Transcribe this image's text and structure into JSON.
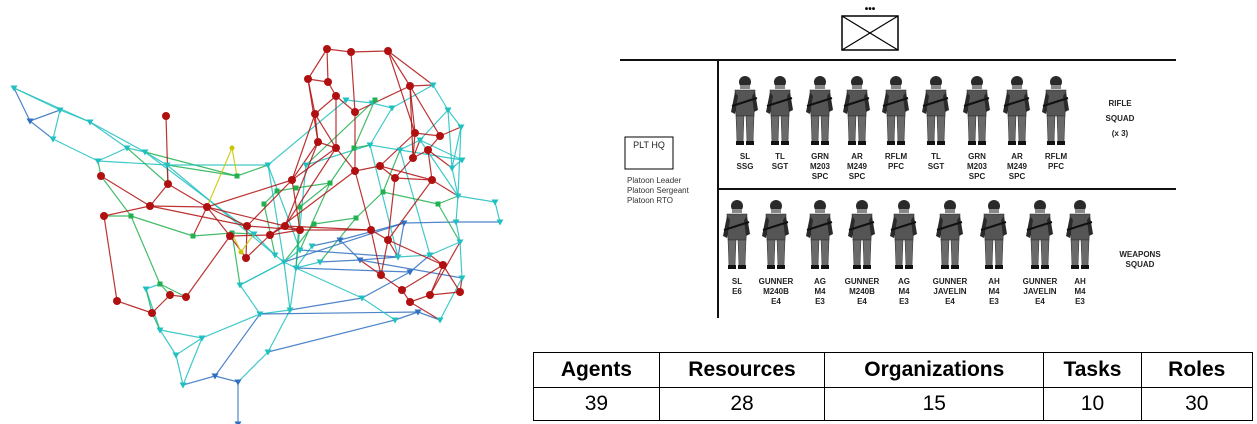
{
  "org_chart": {
    "hq": {
      "title": "PLT HQ",
      "members": [
        "Platoon Leader",
        "Platoon Sergeant",
        "Platoon RTO"
      ]
    },
    "unit_symbol": {
      "size_indicator": "•••"
    },
    "rifle_squad": {
      "label_lines": [
        "RIFLE",
        "SQUAD",
        "(x 3)"
      ],
      "soldiers": [
        {
          "lines": [
            "SL",
            "SSG"
          ]
        },
        {
          "lines": [
            "TL",
            "SGT"
          ]
        },
        {
          "lines": [
            "GRN",
            "M203",
            "SPC"
          ]
        },
        {
          "lines": [
            "AR",
            "M249",
            "SPC"
          ]
        },
        {
          "lines": [
            "RFLM",
            "PFC"
          ]
        },
        {
          "lines": [
            "TL",
            "SGT"
          ]
        },
        {
          "lines": [
            "GRN",
            "M203",
            "SPC"
          ]
        },
        {
          "lines": [
            "AR",
            "M249",
            "SPC"
          ]
        },
        {
          "lines": [
            "RFLM",
            "PFC"
          ]
        }
      ]
    },
    "weapons_squad": {
      "label_lines": [
        "WEAPONS",
        "SQUAD"
      ],
      "soldiers": [
        {
          "lines": [
            "SL",
            "E6"
          ]
        },
        {
          "lines": [
            "GUNNER",
            "M240B",
            "E4"
          ]
        },
        {
          "lines": [
            "AG",
            "M4",
            "E3"
          ]
        },
        {
          "lines": [
            "GUNNER",
            "M240B",
            "E4"
          ]
        },
        {
          "lines": [
            "AG",
            "M4",
            "E3"
          ]
        },
        {
          "lines": [
            "GUNNER",
            "JAVELIN",
            "E4"
          ]
        },
        {
          "lines": [
            "AH",
            "M4",
            "E3"
          ]
        },
        {
          "lines": [
            "GUNNER",
            "JAVELIN",
            "E4"
          ]
        },
        {
          "lines": [
            "AH",
            "M4",
            "E3"
          ]
        }
      ]
    }
  },
  "counts_table": {
    "headers": [
      "Agents",
      "Resources",
      "Organizations",
      "Tasks",
      "Roles"
    ],
    "values": [
      "39",
      "28",
      "15",
      "10",
      "30"
    ]
  },
  "network": {
    "colors": {
      "red": "#b01010",
      "green": "#22b050",
      "cyan": "#20c0c0",
      "blue": "#3070c0",
      "yellow": "#c8c800"
    }
  }
}
